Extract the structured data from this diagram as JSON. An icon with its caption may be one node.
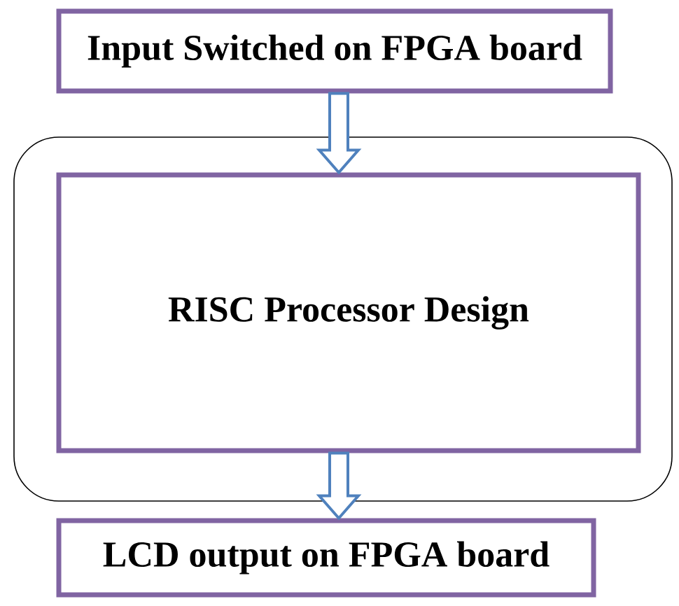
{
  "diagram": {
    "nodes": [
      {
        "text": [
          "Input Switched on FPGA board"
        ]
      },
      {
        "text": [],
        "shape": "box"
      },
      {
        "text": [
          "RISC Processor Design"
        ],
        "in": 1
      },
      {
        "text": [
          "LCD output on FPGA board"
        ]
      }
    ],
    "edges": [
      {
        "from": 0,
        "to": 2,
        "arrow": "to"
      },
      {
        "from": 2,
        "to": 3,
        "arrow": "to"
      }
    ]
  }
}
